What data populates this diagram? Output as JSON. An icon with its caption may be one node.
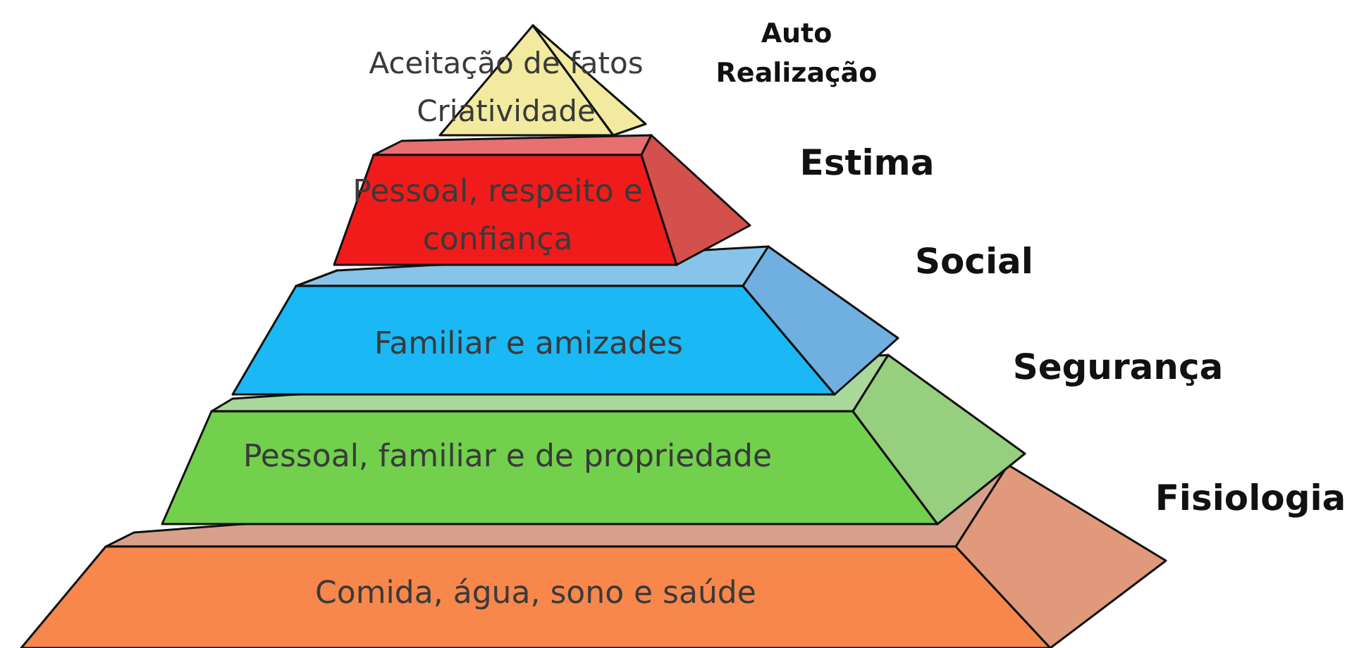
{
  "diagram": {
    "nodes": [
      {
        "text": [
          "Aceitação de fatos Criatividade"
        ],
        "beside": [
          "Auto Realização"
        ]
      },
      {
        "text": [
          "Pessoal, respeito e confiança"
        ],
        "beside": [
          "Estima"
        ]
      },
      {
        "text": [
          "Familiar e amizades"
        ],
        "beside": [
          "Social"
        ]
      },
      {
        "text": [
          "Pessoal, familiar e de propriedade"
        ],
        "beside": [
          "Segurança"
        ]
      },
      {
        "text": [
          "Comida, água, sono e saúde"
        ],
        "beside": [
          "Fisiologia"
        ]
      }
    ]
  }
}
